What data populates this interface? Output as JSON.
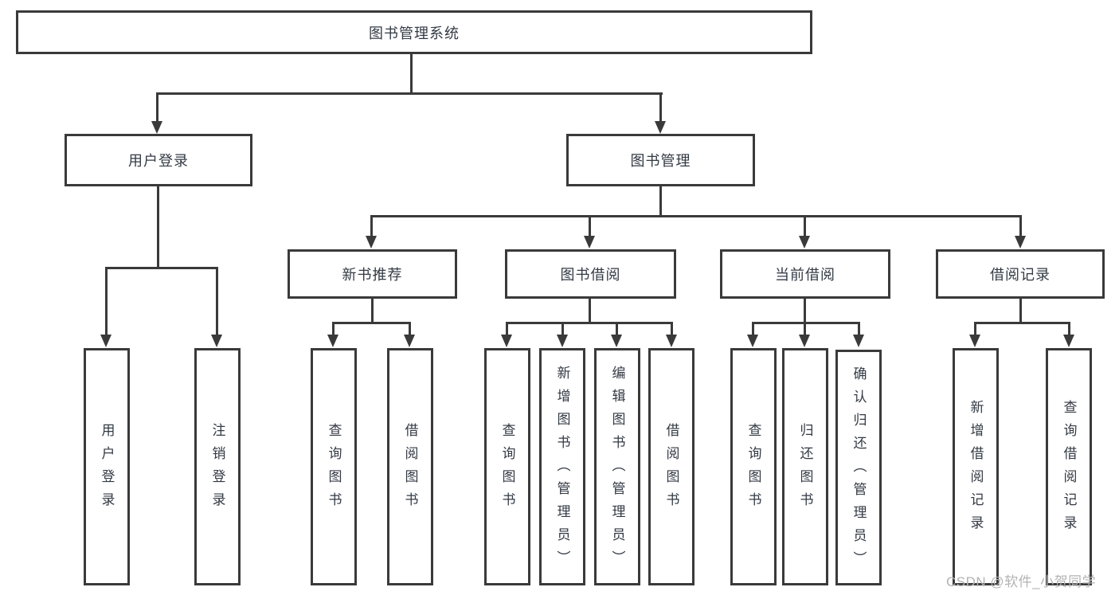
{
  "diagram": {
    "type": "tree",
    "root": {
      "id": "library-management-system",
      "label": "图书管理系统"
    },
    "branches": [
      {
        "id": "user-login",
        "label": "用户登录",
        "children": [
          {
            "id": "leaf-user-login",
            "label": "用户登录"
          },
          {
            "id": "leaf-logout",
            "label": "注销登录"
          }
        ]
      },
      {
        "id": "book-management",
        "label": "图书管理",
        "children": [
          {
            "id": "new-book-recommend",
            "label": "新书推荐",
            "children": [
              {
                "id": "leaf-query-books",
                "label": "查询图书"
              },
              {
                "id": "leaf-borrow-books",
                "label": "借阅图书"
              }
            ]
          },
          {
            "id": "book-borrowing",
            "label": "图书借阅",
            "children": [
              {
                "id": "leaf-query-books",
                "label": "查询图书"
              },
              {
                "id": "leaf-add-books-admin",
                "label": "新增图书（管理员）"
              },
              {
                "id": "leaf-edit-books-admin",
                "label": "编辑图书（管理员）"
              },
              {
                "id": "leaf-borrow-books",
                "label": "借阅图书"
              }
            ]
          },
          {
            "id": "current-borrowing",
            "label": "当前借阅",
            "children": [
              {
                "id": "leaf-query-books",
                "label": "查询图书"
              },
              {
                "id": "leaf-return-books",
                "label": "归还图书"
              },
              {
                "id": "leaf-confirm-return-admin",
                "label": "确认归还（管理员）"
              }
            ]
          },
          {
            "id": "borrowing-records",
            "label": "借阅记录",
            "children": [
              {
                "id": "leaf-add-borrow-record",
                "label": "新增借阅记录"
              },
              {
                "id": "leaf-query-borrow-record",
                "label": "查询借阅记录"
              }
            ]
          }
        ]
      }
    ]
  },
  "watermark": {
    "text": "CSDN @软件_小贺同学"
  },
  "colors": {
    "line": "#3a3a3a",
    "text": "#333a44",
    "watermark": "#b3b3b3",
    "background": "#ffffff"
  }
}
